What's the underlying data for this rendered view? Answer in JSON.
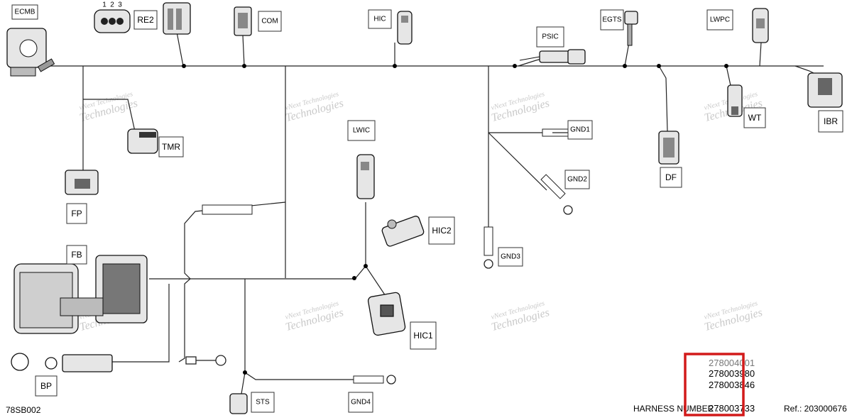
{
  "labels": {
    "ecmb": "ECMB",
    "re2": "RE2",
    "com": "COM",
    "hic": "HIC",
    "psic": "PSIC",
    "egts": "EGTS",
    "lwpc": "LWPC",
    "tmr": "TMR",
    "fp": "FP",
    "lwic": "LWIC",
    "gnd1": "GND1",
    "gnd2": "GND2",
    "gnd3": "GND3",
    "gnd4": "GND4",
    "wt": "WT",
    "ibr": "IBR",
    "df": "DF",
    "hic2": "HIC2",
    "hic1": "HIC1",
    "fb": "FB",
    "bp": "BP",
    "sts": "STS"
  },
  "re2_pins": [
    "1",
    "2",
    "3"
  ],
  "watermark": {
    "line1": "vNext Technologies",
    "line2": "Technologies"
  },
  "harness_numbers": [
    "278004001",
    "278003980",
    "278003846",
    "278003733"
  ],
  "harness_label": "HARNESS NUMBER :",
  "figure_code": "78SB002",
  "reference": "Ref.: 203000676",
  "colors": {
    "highlight": "#d21a1a",
    "ink": "#222222",
    "watermark": "#c9c9c9"
  }
}
